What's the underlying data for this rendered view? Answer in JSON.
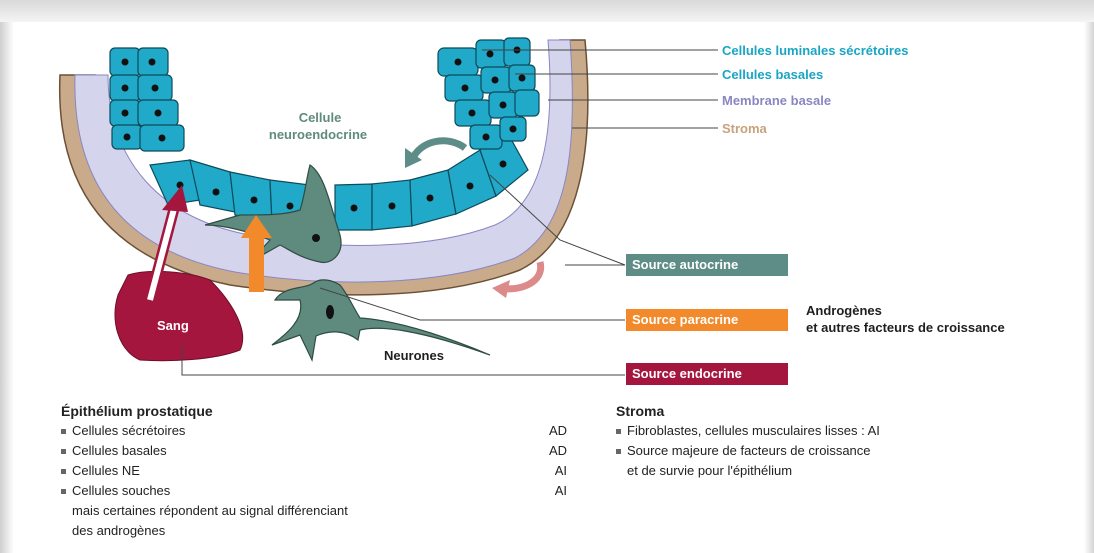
{
  "labels": {
    "luminal": "Cellules luminales sécrétoires",
    "basal": "Cellules basales",
    "membrane": "Membrane basale",
    "stroma": "Stroma",
    "neuroendocrine_line1": "Cellule",
    "neuroendocrine_line2": "neuroendocrine",
    "sang": "Sang",
    "neurones": "Neurones",
    "androgen_line1": "Androgènes",
    "androgen_line2": "et autres facteurs de croissance"
  },
  "sources": {
    "autocrine": "Source autocrine",
    "paracrine": "Source paracrine",
    "endocrine": "Source endocrine"
  },
  "colors": {
    "luminal_text": "#19a6c4",
    "membrane_text": "#8a86c2",
    "stroma_text": "#c9a27a",
    "autocrine_box": "#5e8c86",
    "paracrine_box": "#f2892b",
    "endocrine_box": "#a5163f",
    "cells": "#21a9c9",
    "ne_cell": "#5f8b7f"
  },
  "epithelium": {
    "title": "Épithélium prostatique",
    "items": [
      {
        "label": "Cellules sécrétoires",
        "value": "AD"
      },
      {
        "label": "Cellules basales",
        "value": "AD"
      },
      {
        "label": "Cellules NE",
        "value": "AI"
      },
      {
        "label": "Cellules souches",
        "value": "AI"
      }
    ],
    "note_line1": "mais certaines répondent au signal différenciant",
    "note_line2": "des androgènes"
  },
  "stroma_list": {
    "title": "Stroma",
    "items": [
      "Fibroblastes, cellules musculaires lisses : AI",
      "Source majeure de facteurs de croissance"
    ],
    "continuation": "et de survie pour l'épithélium"
  }
}
